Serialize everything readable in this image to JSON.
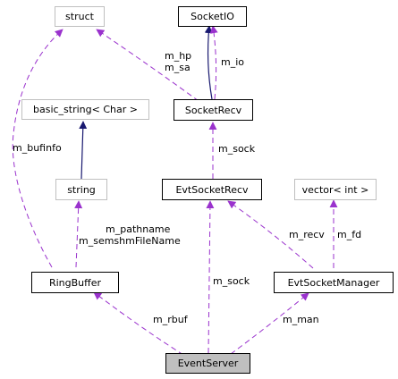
{
  "diagram": {
    "nodes": {
      "struct": "struct",
      "socketio": "SocketIO",
      "basic_string": "basic_string< Char >",
      "socketrecv": "SocketRecv",
      "string": "string",
      "evtsocketrecv": "EvtSocketRecv",
      "vector_int": "vector< int >",
      "ringbuffer": "RingBuffer",
      "evtsocketmanager": "EvtSocketManager",
      "eventserver": "EventServer"
    },
    "edge_labels": {
      "m_hp": "m_hp",
      "m_sa": "m_sa",
      "m_io": "m_io",
      "m_bufinfo": "m_bufinfo",
      "m_sock_top": "m_sock",
      "m_pathname": "m_pathname",
      "m_semshmFileName": "m_semshmFileName",
      "m_recv": "m_recv",
      "m_fd": "m_fd",
      "m_sock_bottom": "m_sock",
      "m_rbuf": "m_rbuf",
      "m_man": "m_man"
    },
    "colors": {
      "usage_edge": "#9a32cd",
      "inheritance_edge": "#191970",
      "external_border": "#bfbfbf",
      "focus_fill": "#bfbfbf"
    }
  }
}
